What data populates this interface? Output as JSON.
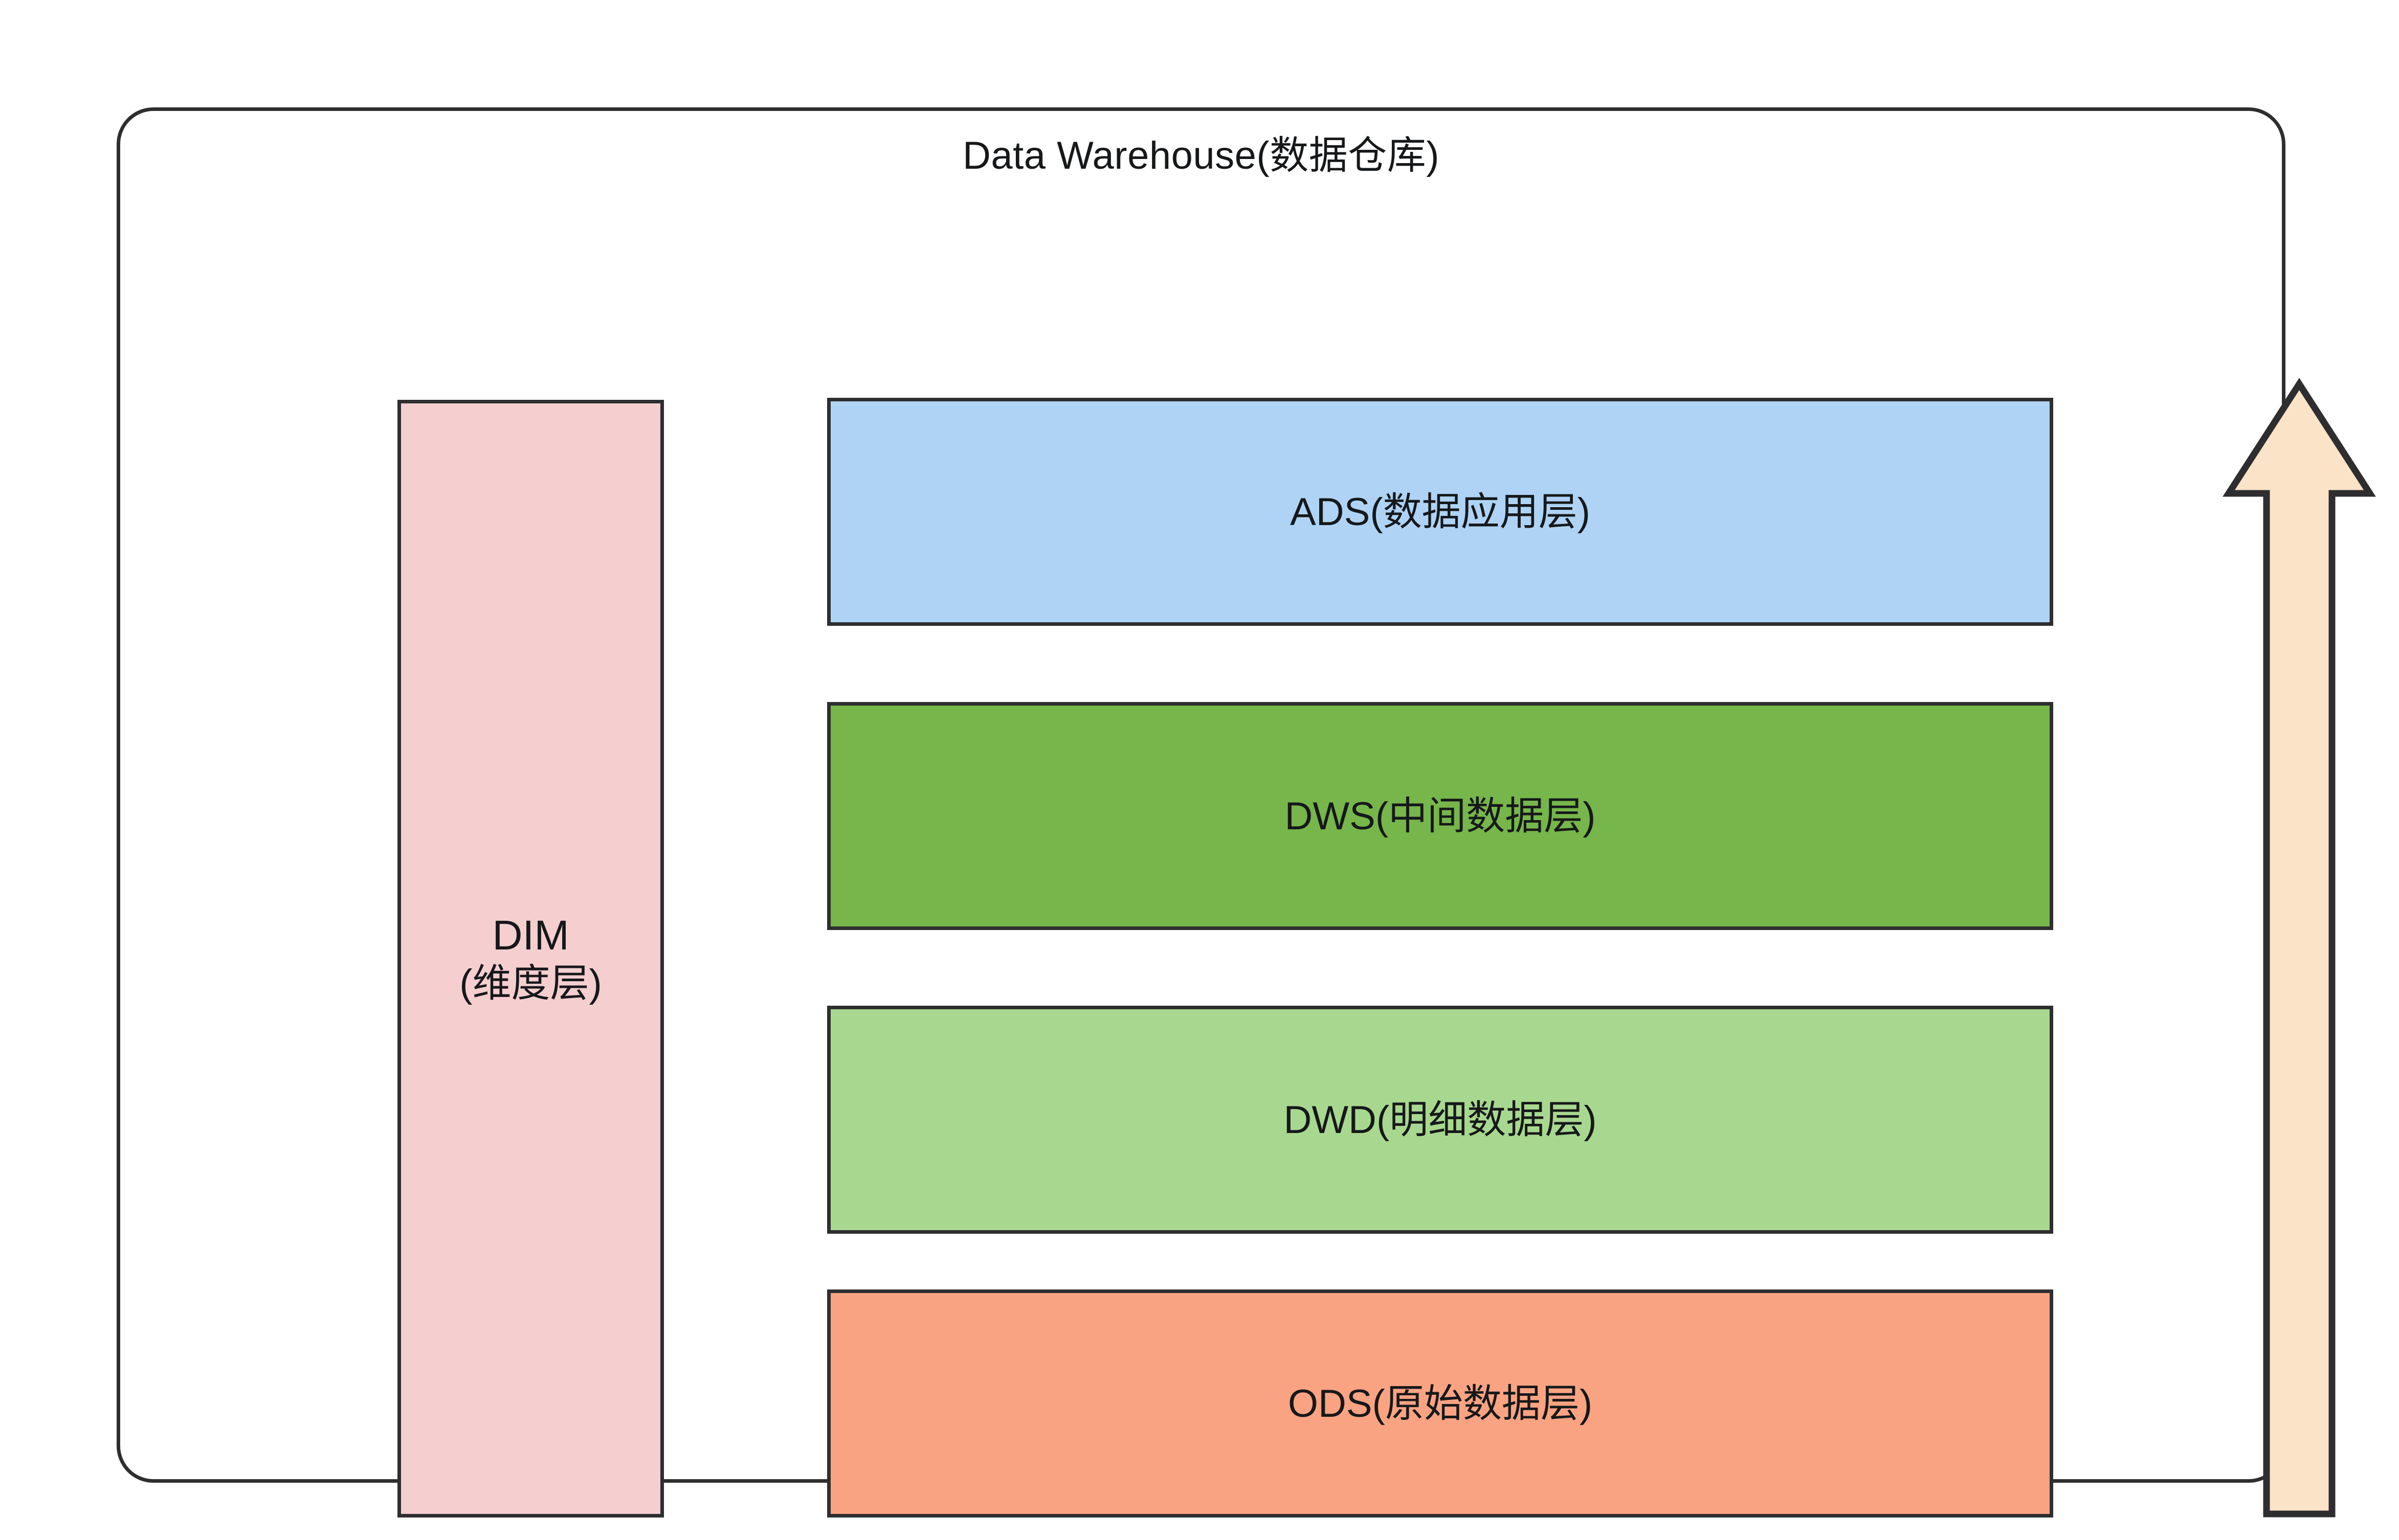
{
  "diagram": {
    "title": "Data Warehouse(数据仓库)",
    "type": "layered-architecture",
    "colors": {
      "outline": "#2e2e30",
      "background": "#ffffff",
      "dim": "#f5ced0",
      "ads": "#aed3f5",
      "dws": "#76b64a",
      "dwd": "#a8d88f",
      "ods": "#faa382",
      "arrow_fill": "#fbe3c8"
    },
    "side_box": {
      "code": "DIM",
      "name": "(维度层)"
    },
    "layers": [
      {
        "code": "ADS",
        "name": "(数据应用层)",
        "label": "ADS(数据应用层)"
      },
      {
        "code": "DWS",
        "name": "(中间数据层)",
        "label": "DWS(中间数据层)"
      },
      {
        "code": "DWD",
        "name": "(明细数据层)",
        "label": "DWD(明细数据层)"
      },
      {
        "code": "ODS",
        "name": "(原始数据层)",
        "label": "ODS(原始数据层)"
      }
    ],
    "flow_arrow": {
      "direction": "up",
      "meaning": "data flows upward from ODS to ADS"
    }
  }
}
